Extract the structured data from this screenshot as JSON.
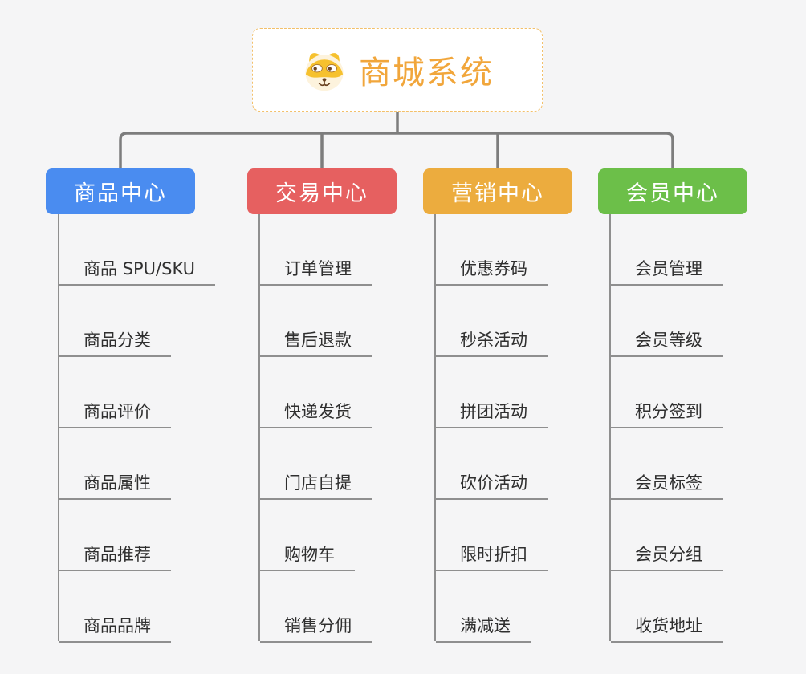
{
  "page": {
    "background": "#f5f5f6",
    "connector_color": "#7d7d7d"
  },
  "root": {
    "title": "商城系统",
    "icon": "dog-face-icon",
    "title_color": "#f1a63b",
    "border_color": "#f3c06a"
  },
  "branches": [
    {
      "label": "商品中心",
      "color": "#4a8cf0",
      "items": [
        "商品 SPU/SKU",
        "商品分类",
        "商品评价",
        "商品属性",
        "商品推荐",
        "商品品牌"
      ]
    },
    {
      "label": "交易中心",
      "color": "#e66060",
      "items": [
        "订单管理",
        "售后退款",
        "快递发货",
        "门店自提",
        "购物车",
        "销售分佣"
      ]
    },
    {
      "label": "营销中心",
      "color": "#ecac3e",
      "items": [
        "优惠券码",
        "秒杀活动",
        "拼团活动",
        "砍价活动",
        "限时折扣",
        "满减送"
      ]
    },
    {
      "label": "会员中心",
      "color": "#6cbf49",
      "items": [
        "会员管理",
        "会员等级",
        "积分签到",
        "会员标签",
        "会员分组",
        "收货地址"
      ]
    }
  ]
}
